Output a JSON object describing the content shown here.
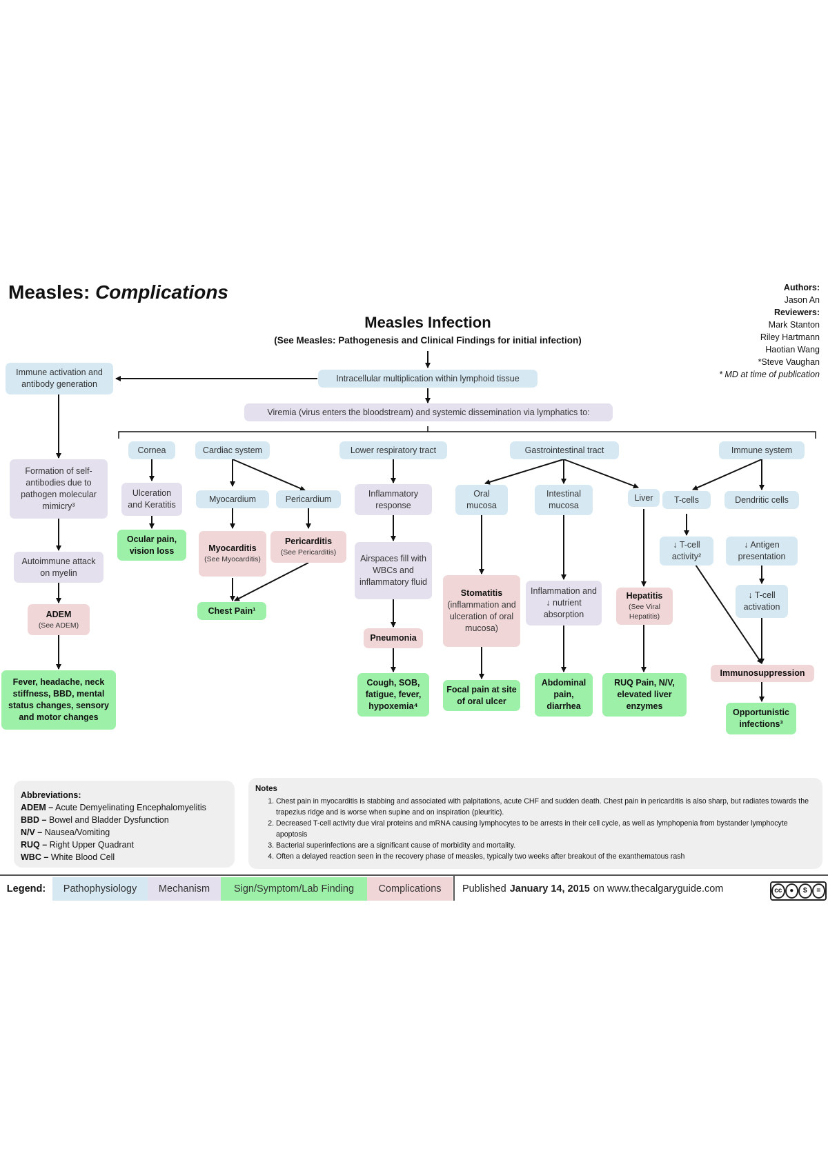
{
  "header": {
    "title_main": "Measles: ",
    "title_italic": "Complications",
    "center_title": "Measles Infection",
    "center_subtitle": "(See Measles: Pathogenesis and Clinical Findings for initial infection)"
  },
  "credits": {
    "authors_label": "Authors:",
    "authors": [
      "Jason An"
    ],
    "reviewers_label": "Reviewers:",
    "reviewers": [
      "Mark Stanton",
      "Riley Hartmann",
      "Haotian Wang",
      "*Steve Vaughan"
    ],
    "md_note": "* MD at time of publication"
  },
  "nodes": {
    "immune_activation": "Immune activation and antibody generation",
    "intracellular": "Intracellular multiplication within lymphoid tissue",
    "viremia": "Viremia (virus enters the bloodstream) and systemic dissemination via lymphatics to:",
    "formation": "Formation of self-antibodies due to pathogen molecular mimicry³",
    "autoimmune": "Autoimmune attack on myelin",
    "adem_title": "ADEM",
    "adem_sub": "(See ADEM)",
    "fever": "Fever, headache, neck stiffness, BBD, mental status changes, sensory and motor changes",
    "cornea": "Cornea",
    "ulceration": "Ulceration and Keratitis",
    "ocular": "Ocular pain, vision loss",
    "cardiac": "Cardiac system",
    "myocardium": "Myocardium",
    "pericardium": "Pericardium",
    "myocarditis_title": "Myocarditis",
    "myocarditis_sub": "(See Myocarditis)",
    "pericarditis_title": "Pericarditis",
    "pericarditis_sub": "(See Pericarditis)",
    "chest_pain": "Chest Pain¹",
    "lower_resp": "Lower respiratory tract",
    "inflammatory": "Inflammatory response",
    "airspaces": "Airspaces fill with WBCs and inflammatory fluid",
    "pneumonia": "Pneumonia",
    "cough": "Cough, SOB, fatigue, fever, hypoxemia⁴",
    "gi": "Gastrointestinal tract",
    "oral_mucosa": "Oral mucosa",
    "intestinal_mucosa": "Intestinal mucosa",
    "liver": "Liver",
    "stomatitis_title": "Stomatitis",
    "stomatitis_sub": "(inflammation and ulceration of oral mucosa)",
    "focal_pain": "Focal pain at site of oral ulcer",
    "inflammation_absorption": "Inflammation and ↓ nutrient absorption",
    "abdominal": "Abdominal pain, diarrhea",
    "hepatitis_title": "Hepatitis",
    "hepatitis_sub": "(See Viral Hepatitis)",
    "ruq": "RUQ Pain, N/V, elevated liver enzymes",
    "immune_system": "Immune system",
    "t_cells": "T-cells",
    "dendritic": "Dendritic cells",
    "t_cell_activity": "↓ T-cell activity²",
    "antigen": "↓ Antigen presentation",
    "t_cell_activation": "↓ T-cell activation",
    "immunosuppression": "Immunosuppression",
    "opportunistic": "Opportunistic infections³"
  },
  "abbreviations": {
    "label": "Abbreviations:",
    "items": [
      {
        "abbr": "ADEM –",
        "text": " Acute Demyelinating Encephalomyelitis"
      },
      {
        "abbr": "BBD –",
        "text": " Bowel and Bladder Dysfunction"
      },
      {
        "abbr": "N/V –",
        "text": " Nausea/Vomiting"
      },
      {
        "abbr": "RUQ –",
        "text": " Right Upper Quadrant"
      },
      {
        "abbr": "WBC –",
        "text": " White Blood Cell"
      }
    ]
  },
  "notes": {
    "label": "Notes",
    "items": [
      "Chest pain in myocarditis is stabbing and associated with palpitations, acute CHF and sudden death. Chest pain in pericarditis is also sharp, but radiates towards the trapezius ridge and is worse when supine and on inspiration (pleuritic).",
      "Decreased T-cell activity due viral proteins and mRNA causing lymphocytes to be arrests in their cell cycle, as well as lymphopenia from bystander lymphocyte apoptosis",
      "Bacterial superinfections are a significant cause of morbidity and mortality.",
      "Often a delayed reaction seen in the recovery phase of measles, typically two weeks after breakout of the exanthematous rash"
    ]
  },
  "legend": {
    "label": "Legend:",
    "pathophysiology": "Pathophysiology",
    "mechanism": "Mechanism",
    "sign": "Sign/Symptom/Lab Finding",
    "complications": "Complications",
    "published_prefix": "Published ",
    "published_date": "January 14, 2015",
    "published_suffix": " on www.thecalgaryguide.com",
    "cc_label": "cc"
  },
  "colors": {
    "pathophysiology": "#d6e9f3",
    "mechanism": "#e4e0ee",
    "sign": "#9cf0a8",
    "complications": "#f1d6d8"
  }
}
